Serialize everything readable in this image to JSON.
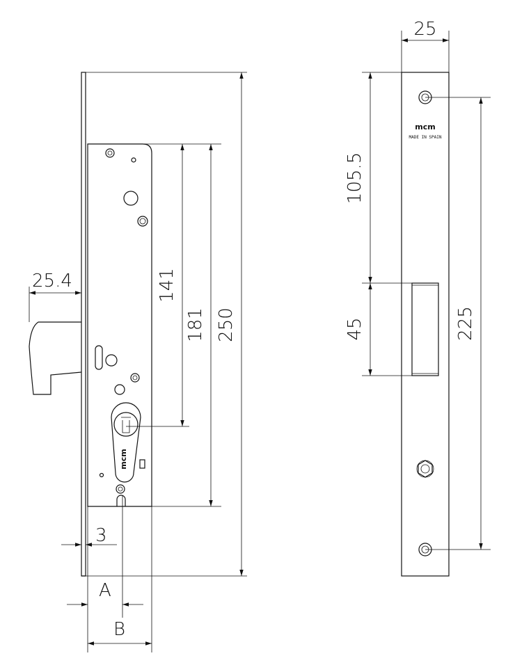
{
  "brand": {
    "logo": "mcm",
    "origin": "MADE IN SPAIN"
  },
  "dimensions": {
    "latch_projection": "25.4",
    "to_cylinder": "141",
    "plate_span": "181",
    "body_height": "250",
    "backset_offset": "3",
    "label_a": "A",
    "label_b": "B",
    "faceplate_width": "25",
    "top_to_latch": "105.5",
    "latch_opening": "45",
    "hole_spacing": "225"
  }
}
